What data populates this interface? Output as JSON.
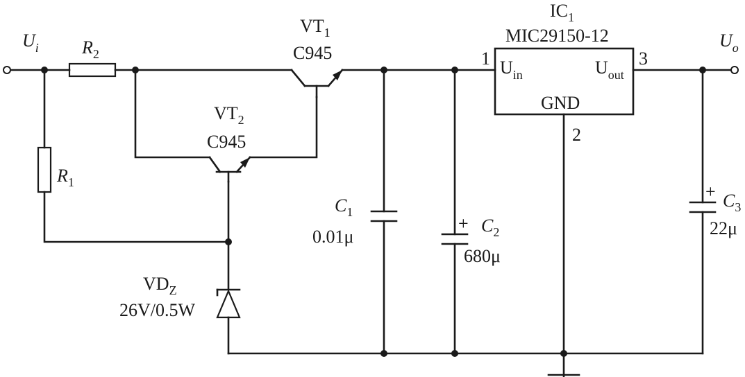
{
  "input": {
    "symbol": "U",
    "sub": "i"
  },
  "output": {
    "symbol": "U",
    "sub": "o"
  },
  "R2": {
    "symbol": "R",
    "sub": "2"
  },
  "R1": {
    "symbol": "R",
    "sub": "1"
  },
  "VT1": {
    "name": "VT",
    "sub": "1",
    "part": "C945"
  },
  "VT2": {
    "name": "VT",
    "sub": "2",
    "part": "C945"
  },
  "IC1": {
    "name": "IC",
    "sub": "1",
    "part": "MIC29150-12",
    "pin_in_label": "U",
    "pin_in_sub": "in",
    "pin_out_label": "U",
    "pin_out_sub": "out",
    "gnd_label": "GND",
    "pin1": "1",
    "pin2": "2",
    "pin3": "3"
  },
  "C1": {
    "symbol": "C",
    "sub": "1",
    "value": "0.01μ"
  },
  "C2": {
    "symbol": "C",
    "sub": "2",
    "value": "680μ",
    "polarity": "+"
  },
  "C3": {
    "symbol": "C",
    "sub": "3",
    "value": "22μ",
    "polarity": "+"
  },
  "VDZ": {
    "name": "VD",
    "sub": "Z",
    "value": "26V/0.5W"
  }
}
